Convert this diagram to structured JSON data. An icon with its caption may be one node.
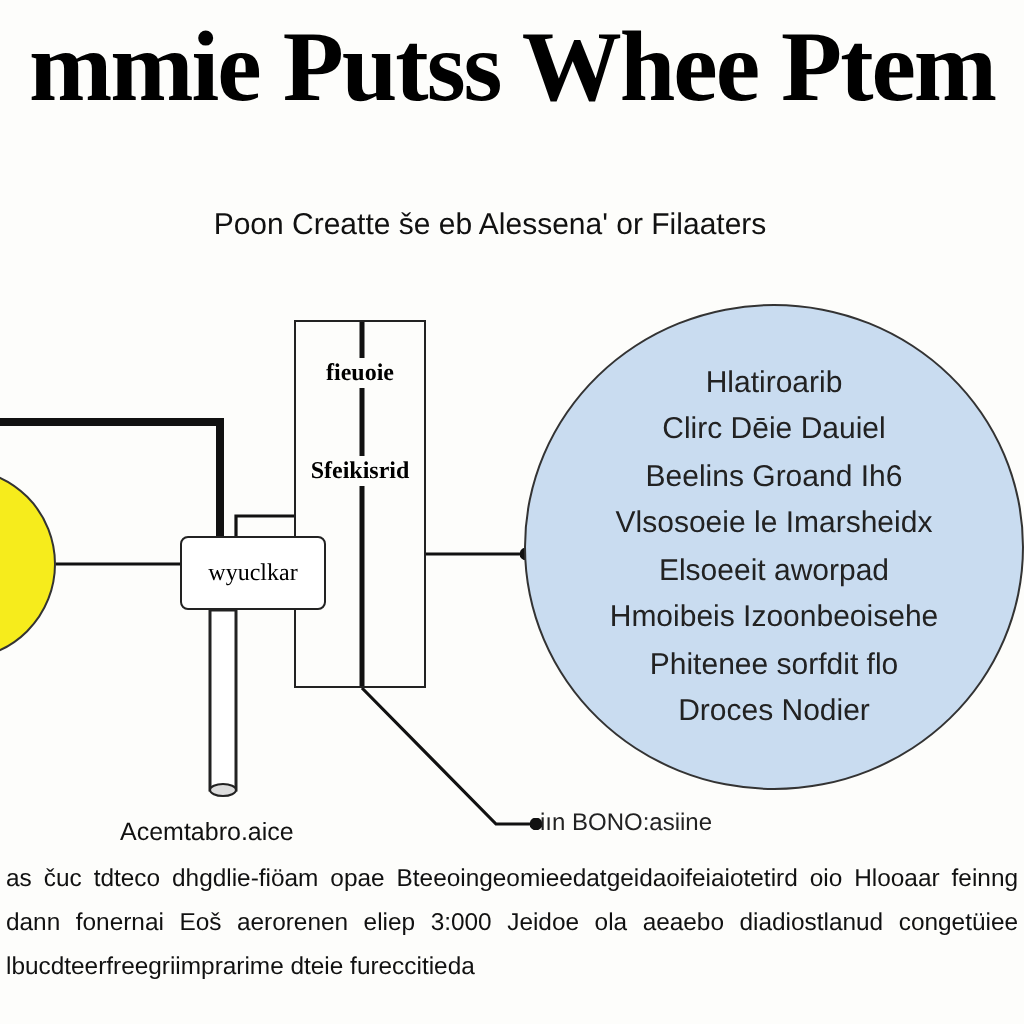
{
  "diagram": {
    "title": "mmie Putss Whee Ptem",
    "nodes": [
      {
        "text": [],
        "shape": "circle"
      },
      {
        "text": [
          "wyuclkar"
        ]
      },
      {
        "text": [
          "fieuoie",
          "Sfeikisrid"
        ]
      },
      {
        "text": [
          "Hlatiroarib",
          "Clirc Dēie Dauiel",
          "Beelins Groand Ih6",
          "Vlsosoeie le Imarsheidx",
          "Elsoeeit aworpad",
          "Hmoibeis Izoonbeoisehe",
          "Phitenee sorfdit flo",
          "Droces Nodier"
        ]
      },
      {
        "text": [
          "iın BONO:asiine"
        ]
      }
    ],
    "edges": [
      {
        "from": 0,
        "to": 1,
        "arrow": "none"
      },
      {
        "from": null,
        "to": 1,
        "arrow": "none",
        "style": "thick"
      },
      {
        "from": 1,
        "to": 2,
        "arrow": "none"
      },
      {
        "from": 2,
        "to": 3,
        "arrow": "other"
      },
      {
        "from": 2,
        "to": 4,
        "arrow": "other"
      }
    ],
    "labels": [
      "Poon Creatte še eb Alessena' or Filaaters",
      "Acemtabro.aice",
      "as čuc tdteco dhgdlie-fiöam opae Bteeoingeomieedatgeidaoifeiaiotetird oio Hlooaar feinng dann fonernai Eoš aerorenen eliep 3:000 Jeidoe ola aeaebo diadiostlanud congetüiee lbucdteerfreegriimprarime dteie fureccitieda"
    ]
  }
}
